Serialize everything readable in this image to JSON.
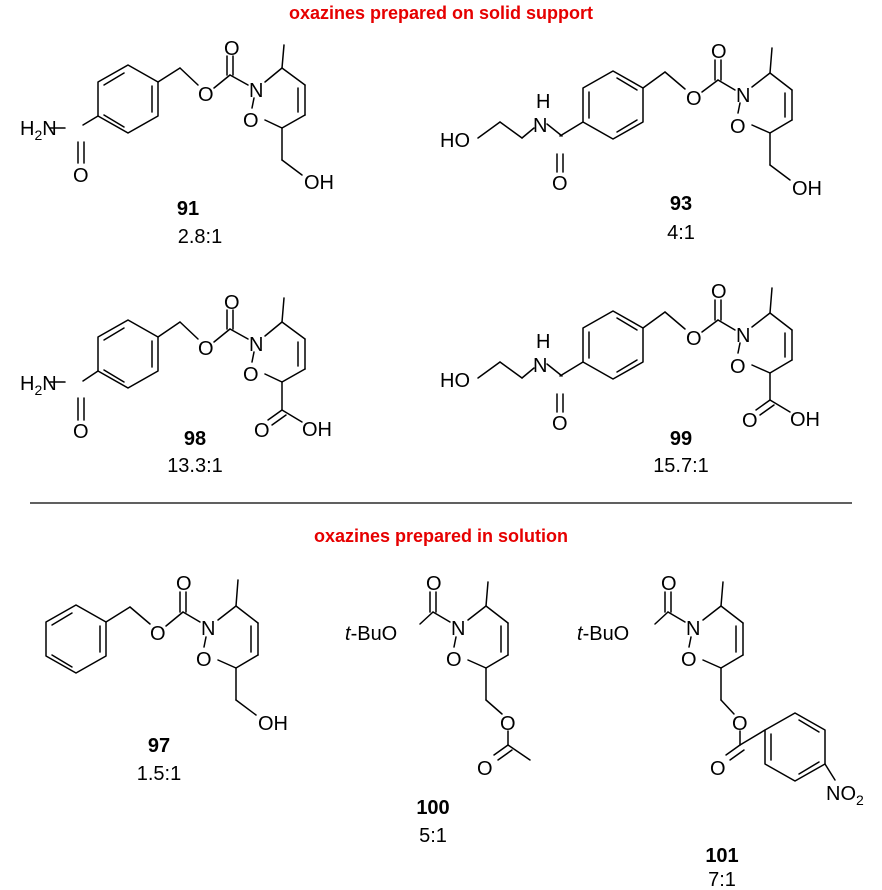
{
  "sections": {
    "solid": {
      "title": "oxazines prepared on solid support"
    },
    "solution": {
      "title": "oxazines prepared in solution"
    }
  },
  "atoms": {
    "O": "O",
    "N": "N",
    "OH": "OH",
    "HO": "HO",
    "H": "H",
    "H2N_H": "H",
    "H2N_2": "2",
    "H2N_N": "N",
    "tBu_t": "t",
    "tBu_rest": "-BuO",
    "NO2_NO": "NO",
    "NO2_2": "2"
  },
  "compounds": [
    {
      "id": "91",
      "ratio": "2.8:1"
    },
    {
      "id": "93",
      "ratio": "4:1"
    },
    {
      "id": "98",
      "ratio": "13.3:1"
    },
    {
      "id": "99",
      "ratio": "15.7:1"
    },
    {
      "id": "97",
      "ratio": "1.5:1"
    },
    {
      "id": "100",
      "ratio": "5:1"
    },
    {
      "id": "101",
      "ratio": "7:1"
    }
  ]
}
